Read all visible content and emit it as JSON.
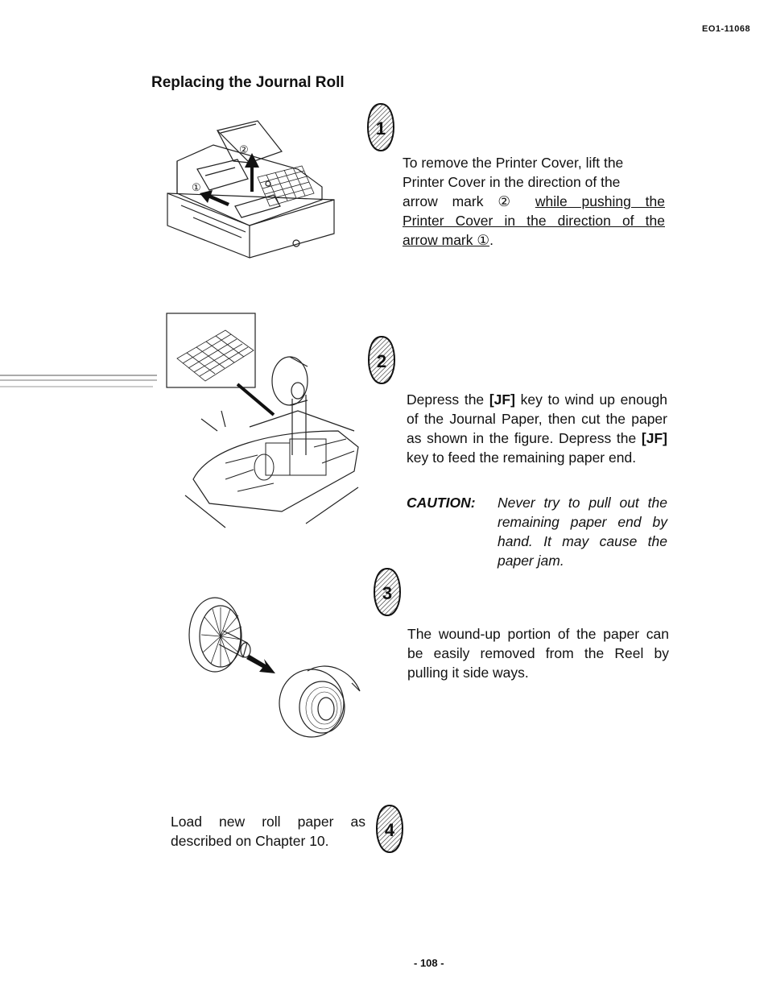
{
  "header": {
    "doc_code": "EO1-11068"
  },
  "title": "Replacing the Journal Roll",
  "steps": [
    {
      "number": "1",
      "lines": [
        "To remove the Printer Cover, lift the",
        "Printer Cover in the direction of the",
        "arrow mark ② ",
        "while pushing the",
        "Printer Cover in the direction of the",
        "arrow mark ①",
        "."
      ]
    },
    {
      "number": "2",
      "text_a": "Depress the ",
      "key": "[JF]",
      "text_b": " key to wind up enough of the Journal Paper, then cut the paper as shown in the figure. Depress the ",
      "key2": "[JF]",
      "text_c": " key to feed the remaining paper end.",
      "caution_label": "CAUTION:",
      "caution_text": "Never try to pull out the remaining paper end by hand. It may cause the paper jam."
    },
    {
      "number": "3",
      "text": "The wound-up portion of the paper can be easily removed from the Reel by pulling it side ways."
    },
    {
      "number": "4",
      "text": "Load new roll paper as described on Chapter 10."
    }
  ],
  "figure1": {
    "callout_a": "②",
    "callout_b": "①"
  },
  "footer": {
    "page_number": "- 108 -"
  }
}
